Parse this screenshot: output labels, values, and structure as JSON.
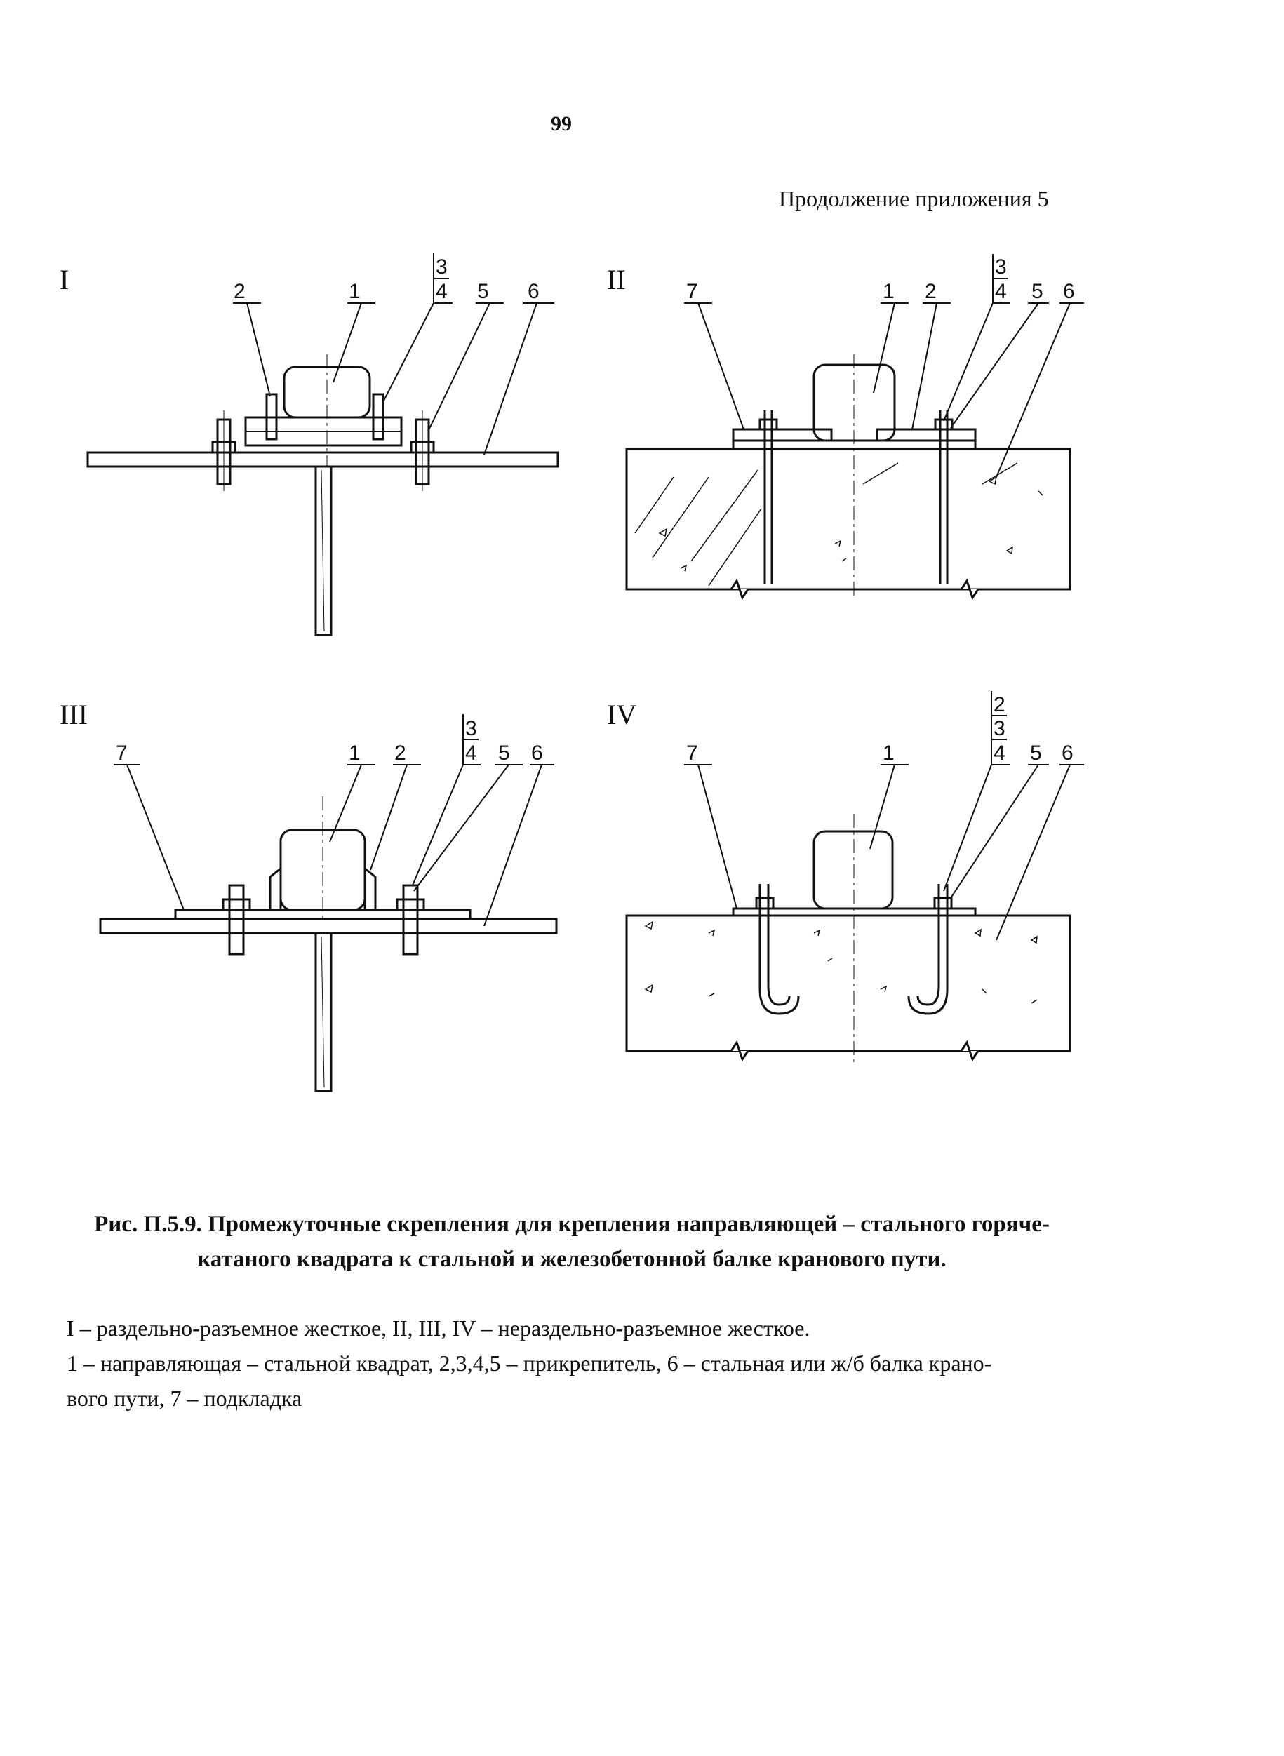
{
  "page": {
    "number": "99",
    "continuation": "Продолжение приложения 5"
  },
  "figures": [
    {
      "id": "I",
      "labels": {
        "l1": "1",
        "l2": "2",
        "l3": "3",
        "l4": "4",
        "l5": "5",
        "l6": "6"
      }
    },
    {
      "id": "II",
      "labels": {
        "l1": "1",
        "l2": "2",
        "l3": "3",
        "l4": "4",
        "l5": "5",
        "l6": "6",
        "l7": "7"
      }
    },
    {
      "id": "III",
      "labels": {
        "l1": "1",
        "l2": "2",
        "l3": "3",
        "l4": "4",
        "l5": "5",
        "l6": "6",
        "l7": "7"
      }
    },
    {
      "id": "IV",
      "labels": {
        "l1": "1",
        "l2": "2",
        "l3": "3",
        "l4": "4",
        "l5": "5",
        "l6": "6",
        "l7": "7"
      }
    }
  ],
  "caption": {
    "line1": "Рис. П.5.9. Промежуточные скрепления для крепления направляющей – стального горяче-",
    "line2": "катаного квадрата к стальной и железобетонной балке кранового пути."
  },
  "legend": {
    "line1": "I – раздельно-разъемное жесткое, II, III, IV – нераздельно-разъемное жесткое.",
    "line2": "1 – направляющая – стальной квадрат, 2,3,4,5 – прикрепитель, 6 – стальная или ж/б балка крано-",
    "line3": "вого пути, 7 – подкладка"
  }
}
